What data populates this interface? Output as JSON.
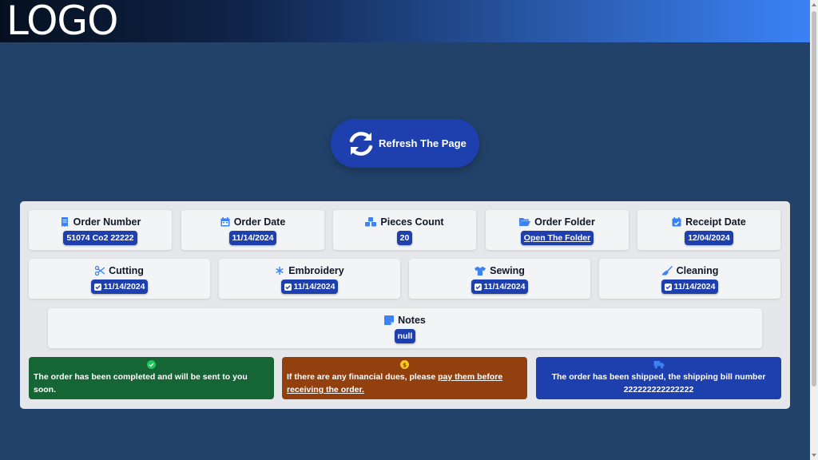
{
  "header": {
    "logo": "LOGO"
  },
  "refresh": {
    "label": "Refresh The Page",
    "icon": "refresh-icon"
  },
  "info": [
    {
      "title": "Order Number",
      "value": "51074 Co2 22222",
      "icon": "receipt-icon"
    },
    {
      "title": "Order Date",
      "value": "11/14/2024",
      "icon": "calendar-icon"
    },
    {
      "title": "Pieces Count",
      "value": "20",
      "icon": "cubes-icon"
    },
    {
      "title": "Order Folder",
      "value": "Open The Folder",
      "icon": "folder-open-icon"
    },
    {
      "title": "Receipt Date",
      "value": "12/04/2024",
      "icon": "calendar-check-icon"
    }
  ],
  "stages": [
    {
      "title": "Cutting",
      "value": "11/14/2024",
      "icon": "scissors-icon"
    },
    {
      "title": "Embroidery",
      "value": "11/14/2024",
      "icon": "asterisk-icon"
    },
    {
      "title": "Sewing",
      "value": "11/14/2024",
      "icon": "shirt-icon"
    },
    {
      "title": "Cleaning",
      "value": "11/14/2024",
      "icon": "broom-icon"
    }
  ],
  "notes": {
    "title": "Notes",
    "value": "null",
    "icon": "note-icon"
  },
  "messages": {
    "completed": "The order has been completed and will be sent to you soon.",
    "dues_prefix": "If there are any financial dues, please ",
    "dues_link": "pay them before receiving the order.",
    "shipped": "The order has been shipped, the shipping bill number 222222222222222"
  },
  "colors": {
    "background": "#22426a",
    "accent": "#1e40af",
    "icon_blue": "#3b82f6",
    "success": "#166534",
    "warning": "#92400e"
  }
}
